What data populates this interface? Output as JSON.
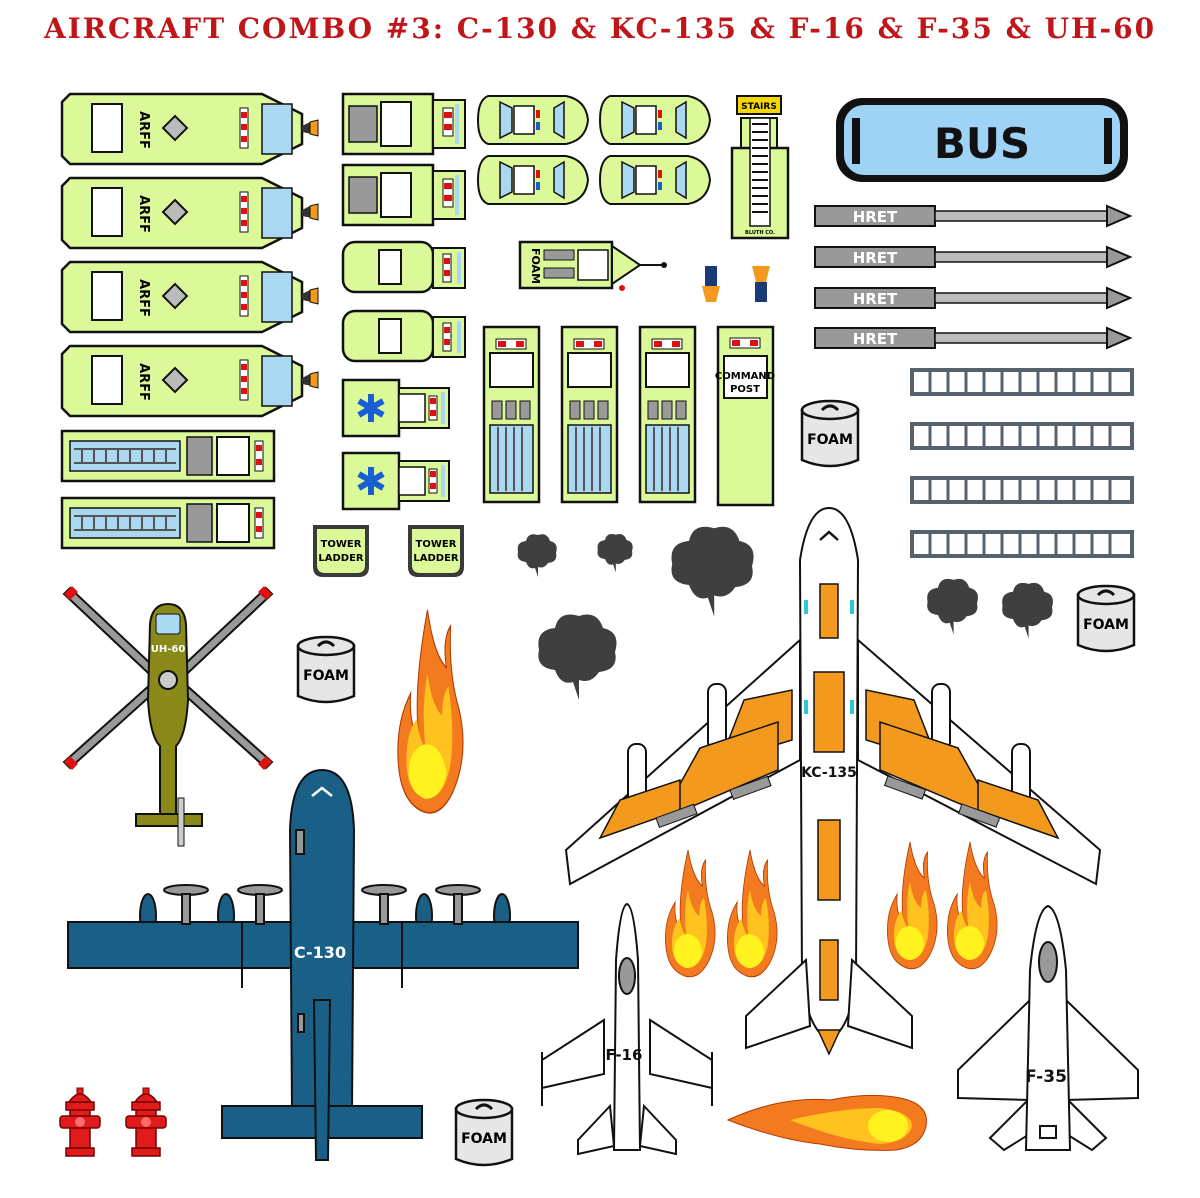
{
  "title": "AIRCRAFT COMBO #3:  C-130 & KC-135 & F-16 & F-35 & UH-60",
  "colors": {
    "title": "#c0161a",
    "vehicle": "#dcf99a",
    "outline": "#111111",
    "window_blue": "#a9d8f0",
    "c130": "#1a5f86",
    "orange": "#f39a1e",
    "smoke": "#3f3f3f",
    "uh60": "#8a8a1a",
    "hydrant": "#e01b1b",
    "bus": "#9ed3f5"
  },
  "labels": {
    "arff": "ARFF",
    "foam": "FOAM",
    "stairs": "STAIRS",
    "stairs_sub": "BLUTH CO.",
    "bus": "BUS",
    "hret": "HRET",
    "command_post_1": "COMMAND",
    "command_post_2": "POST",
    "tower_1": "TOWER",
    "tower_2": "LADDER",
    "c130": "C-130",
    "kc135": "KC-135",
    "f16": "F-16",
    "f35": "F-35",
    "uh60": "UH-60"
  },
  "icons": [
    "arff-truck-icon",
    "foam-barrel-icon",
    "smoke-icon",
    "flame-icon",
    "hydrant-icon",
    "ladder-icon",
    "ambulance-star-icon"
  ]
}
